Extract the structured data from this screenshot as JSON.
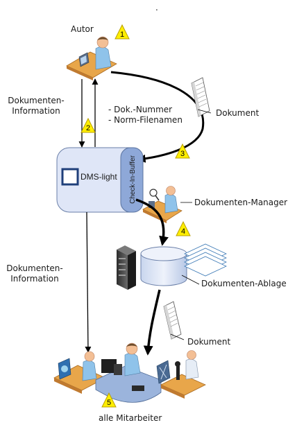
{
  "diagram": {
    "top_dot": ".",
    "actors": {
      "author": "Autor",
      "manager": "Dokumenten-Manager",
      "all_staff": "alle Mitarbeiter"
    },
    "labels": {
      "doc_info_top_line1": "Dokumenten-",
      "doc_info_top_line2": "Information",
      "doc_number": "- Dok.-Nummer",
      "norm_filename": "- Norm-Filenamen",
      "document_top": "Dokument",
      "document_bottom": "Dokument",
      "doc_info_bottom_line1": "Dokumenten-",
      "doc_info_bottom_line2": "Information",
      "archive": "Dokumenten-Ablage"
    },
    "system": {
      "name": "DMS-light",
      "buffer": "Check-In-Buffer"
    },
    "steps": [
      "1",
      "2",
      "3",
      "4",
      "5"
    ],
    "colors": {
      "step_fill": "#ffee00",
      "step_stroke": "#b8a000",
      "dms_fill": "#dfe6f7",
      "buffer_fill": "#8ea8d8",
      "logo_blue": "#1f3f7a",
      "arrow": "#000000",
      "desk": "#e8a64a",
      "person_shirt": "#8fc3ea",
      "skin": "#f3bf95"
    }
  }
}
